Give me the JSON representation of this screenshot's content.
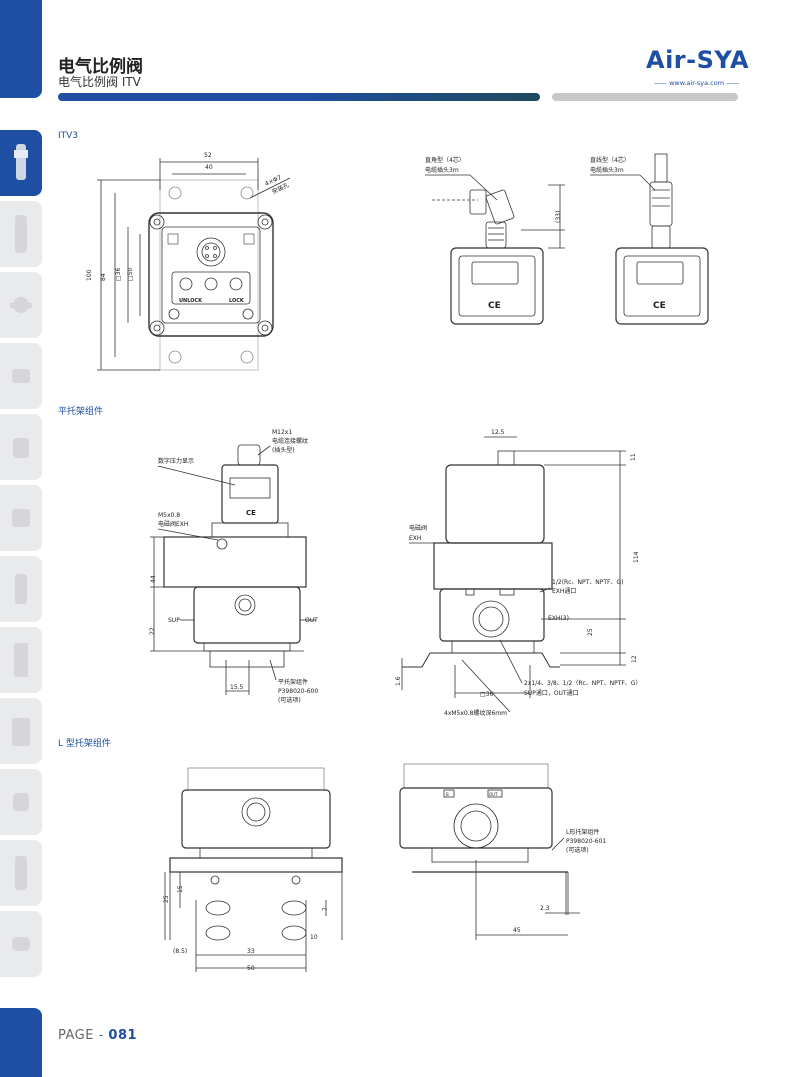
{
  "header": {
    "title": "电气比例阀",
    "subtitle": "电气比例阀 ITV",
    "brand": "Air-SYA",
    "brand_url": "www.air-sya.com"
  },
  "sections": {
    "itv3": "ITV3",
    "flat_bracket": "平托架组件",
    "l_bracket": "L 型托架组件"
  },
  "itv3_front": {
    "dims": [
      "52",
      "40",
      "100",
      "84",
      "□36",
      "□50",
      "4×Φ7",
      "安装孔"
    ],
    "buttons": [
      "UNLOCK",
      "LOCK"
    ]
  },
  "connectors": {
    "right_angle": {
      "title": "直角型（4芯）",
      "cable": "电缆插头3m",
      "dim": "(33)"
    },
    "straight": {
      "title": "直线型（4芯）",
      "cable": "电缆插头3m"
    }
  },
  "flat_front": {
    "m12": "M12x1",
    "cable_thread": "电缆连接螺纹",
    "plug_type": "(插头型)",
    "display": "数字压力显示",
    "m5": "M5x0.8",
    "exh_valve": "电磁阀EXH",
    "sup": "SUP",
    "out": "OUT",
    "d44": "44",
    "d22": "22",
    "d155": "15.5",
    "kit": "平托架组件",
    "part": "P398020-600",
    "optional": "(可选项)"
  },
  "flat_side": {
    "d125": "12.5",
    "d11": "11",
    "d114": "114",
    "d25": "25",
    "d12": "12",
    "d16": "1.6",
    "sq36": "□36",
    "valve": "电磁阀",
    "exh": "EXH",
    "port1": "1/2(Rc、NPT、NPTF、G)",
    "exh_port": "EXH通口",
    "exh3": "EXH(3)",
    "port2": "2x1/4、3/8、1/2（Rc、NPT、NPTF、G）",
    "sup_out": "SUP通口，OUT通口",
    "screw": "4xM5x0.8螺纹深6mm"
  },
  "l_front": {
    "d15": "15",
    "d25": "25",
    "d7": "7",
    "d10": "10",
    "d85": "(8.5)",
    "d33": "33",
    "d50": "50"
  },
  "l_side": {
    "kit": "L形托架组件",
    "part": "P398020-601",
    "optional": "(可选项)",
    "d23": "2.3",
    "d45": "45",
    "port_b": "B",
    "port_out": "OUT"
  },
  "footer": {
    "page_label": "PAGE - ",
    "page_num": "081"
  },
  "colors": {
    "brand_blue": "#1e4fa3",
    "dark_teal": "#1e4a5e",
    "gray_bar": "#c8c8c8",
    "tab_gray": "#e9eaec"
  }
}
